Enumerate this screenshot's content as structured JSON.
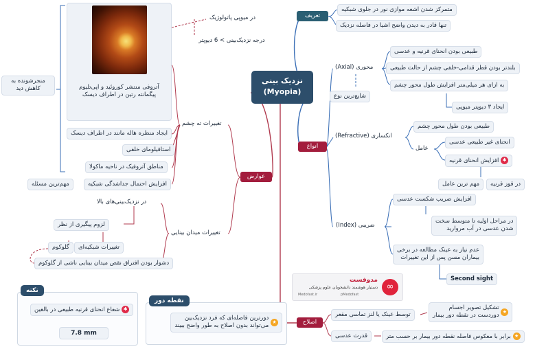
{
  "central": {
    "title": "نزدیک بینی",
    "subtitle": "(Myopia)"
  },
  "tarif": {
    "label": "تعریف",
    "items": [
      "متمرکز شدن اشعه موازی نور در جلوی شبکیه",
      "تنها قادر به دیدن واضح اشیا در فاصله نزدیک"
    ]
  },
  "anva": {
    "label": "انواع",
    "axial": {
      "label": "محوری (Axial)",
      "items": [
        "طبیعی بودن انحنای قرنیه و عدسی",
        "بلندتر بودن قطر قدامی-خلفی چشم از حالت طبیعی",
        "به ازای هر میلی‌متر افزایش طول محور چشم",
        "ایجاد ۳ دیوپتر میوپی"
      ],
      "note": "شایع‌ترین نوع"
    },
    "refractive": {
      "label": "انکساری (Refractive)",
      "normal_axis": "طبیعی بودن طول محور چشم",
      "factor_label": "عامل",
      "factors": [
        "انحنای غیر طبیعی عدسی",
        "افزایش انحنای قرنیه"
      ],
      "keratoconus": "در قوز قرنیه",
      "important": "مهم ترین عامل"
    },
    "index": {
      "label": "ضریبی (Index)",
      "items": [
        "افزایش ضریب شکست عدسی",
        "در مراحل اولیه تا متوسط سخت\nشدن عدسی در آب مروارید",
        "عدم نیاز به عینک مطالعه در برخی\nبیماران مسن پس از این تغییرات"
      ],
      "second_sight": "Second sight"
    }
  },
  "eslah": {
    "label": "اصلاح",
    "lens": "توسط عینک یا لنز تماسی مقعر",
    "lens_note": "تشکیل تصویر اجسام\nدوردست در نقطه دور بیمار",
    "power_label": "قدرت عدسی",
    "power_value": "برابر با معکوس فاصله نقطه دور بیمار بر حسب متر"
  },
  "avarez": {
    "label": "عوارض",
    "fundus": {
      "label": "تغییرات ته چشم",
      "image_caption": "آتروفی منتشر کوروئید و اپی‌تلیوم\nپیگمانته رتین در اطراف دیسک",
      "items": [
        "ایجاد منظره هاله مانند در اطراف دیسک",
        "استافیلومای خلفی",
        "مناطق آتروفیک در ناحیه ماکولا",
        "افزایش احتمال جداشدگی شبکیه"
      ],
      "important": "مهم‌ترین مسئله",
      "pathologic": "در میوپی پاتولوژیک",
      "degree": "درجه نزدیک‌بینی > 6 دیوپتر",
      "outcome": "منجرشونده به\nکاهش دید"
    },
    "visual_field": {
      "label": "تغییرات میدان بینایی",
      "high": "در نزدیک‌بینی‌های بالا",
      "followup": "لزوم پیگیری از نظر",
      "retinal": "تغییرات شبکیه‌ای",
      "glaucoma": "گلوکوم",
      "difficulty": "دشوار بودن افتراق نقص میدان بینایی ناشی از گلوکوم"
    }
  },
  "nokte": {
    "title": "نکته",
    "text": "شعاع انحنای قرنیه طبیعی در بالغین",
    "value": "7.8 mm"
  },
  "noghte_door": {
    "title": "نقطه دور",
    "text": "دورترین فاصله‌ای که فرد نزدیک‌بین\nمی‌تواند بدون اصلاح به طور واضح ببیند"
  },
  "logo": {
    "brand": "مدوفست",
    "tagline": "دستیار هوشمند دانشجویان علوم پزشکی",
    "url1": "pMedofast",
    "url2": "Medofast.ir"
  },
  "colors": {
    "navy": "#2d4e6b",
    "red": "#a31d3d",
    "teal": "#2a5f73",
    "line_blue": "#3b6fb6",
    "line_red": "#b03a4e"
  }
}
